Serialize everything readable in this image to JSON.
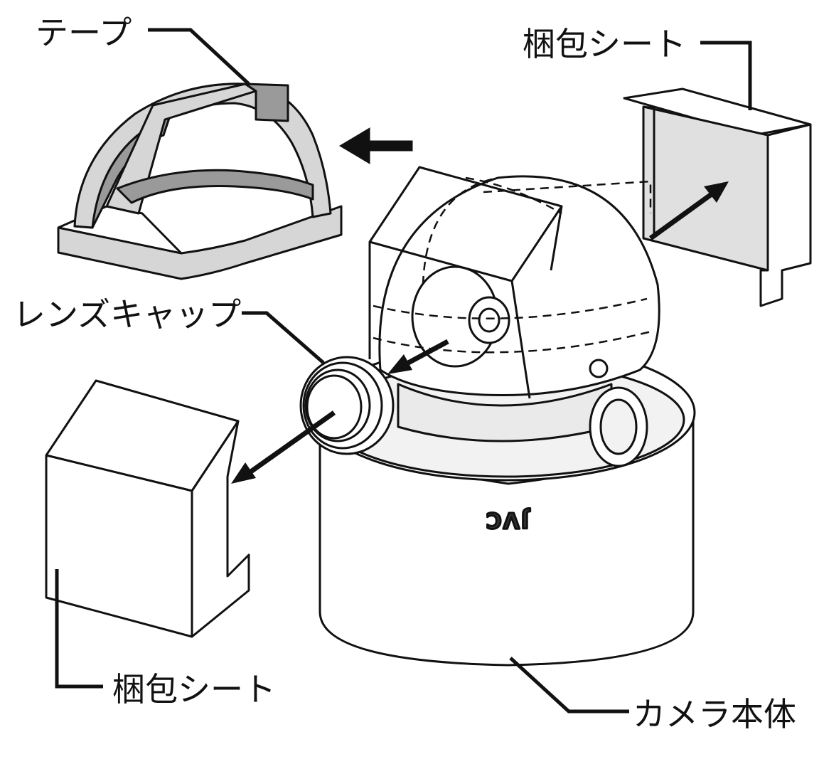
{
  "labels": {
    "tape": "テープ",
    "packing_sheet_top": "梱包シート",
    "lens_cap": "レンズキャップ",
    "packing_sheet_bottom": "梱包シート",
    "camera_body": "カメラ本体"
  },
  "logo_text": "JVC",
  "colors": {
    "line": "#111111",
    "sheet_fill": "#e0e0e0",
    "tape_fill": "#d6d6d6",
    "tape_dark": "#9a9a9a",
    "arrow": "#111111"
  }
}
